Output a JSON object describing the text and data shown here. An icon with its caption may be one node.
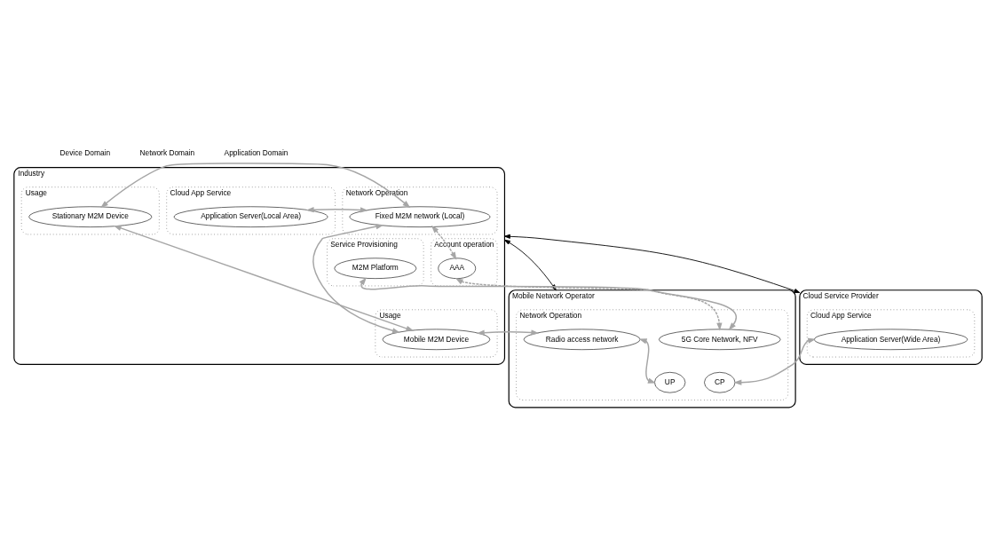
{
  "diagram": {
    "nodes": [
      {
        "text": [
          "Industry"
        ]
      },
      {
        "text": [
          "Usage"
        ],
        "in": 0
      },
      {
        "text": [
          "Stationary M2M Device"
        ],
        "in": 1
      },
      {
        "text": [
          "Network Operation"
        ],
        "in": 0
      },
      {
        "text": [
          "Fixed M2M network (Local)"
        ],
        "in": 3
      },
      {
        "text": [
          "Cloud App Service"
        ],
        "in": 0
      },
      {
        "text": [
          "Application Server(Local Area)"
        ],
        "in": 5
      },
      {
        "text": [
          "Account operation"
        ],
        "in": 0
      },
      {
        "text": [
          "AAA"
        ],
        "in": 7
      },
      {
        "text": [
          "Service Provisioning"
        ],
        "in": 0
      },
      {
        "text": [
          "M2M Platform"
        ],
        "in": 9
      },
      {
        "text": [
          "Usage"
        ],
        "in": 0
      },
      {
        "text": [
          "Mobile M2M Device"
        ],
        "in": 11
      },
      {
        "text": [
          "Mobile Network Operator"
        ]
      },
      {
        "text": [
          "Network Operation"
        ],
        "in": 13
      },
      {
        "text": [
          "Radio access network"
        ],
        "in": 14
      },
      {
        "text": [
          "5G Core Network, NFV"
        ],
        "in": 14
      },
      {
        "text": [
          "UP"
        ],
        "in": 14
      },
      {
        "text": [
          "CP"
        ],
        "in": 14
      },
      {
        "text": [
          "Cloud Service Provider"
        ]
      },
      {
        "text": [
          "Cloud App Service"
        ],
        "in": 19
      },
      {
        "text": [
          "Application Server(Wide Area)"
        ],
        "in": 20
      }
    ],
    "edges": [
      {
        "from": 2,
        "to": 4,
        "arrow": "both"
      },
      {
        "from": 4,
        "to": 6,
        "arrow": "both"
      },
      {
        "from": 2,
        "to": 12,
        "arrow": "both"
      },
      {
        "from": 4,
        "to": 12,
        "arrow": "both"
      },
      {
        "from": 4,
        "to": 8,
        "arrow": "both",
        "style": "dashed"
      },
      {
        "from": 8,
        "to": 16,
        "arrow": "both",
        "style": "dashed"
      },
      {
        "from": 10,
        "to": 16,
        "arrow": "both"
      },
      {
        "from": 0,
        "to": 19,
        "arrow": "both",
        "color": "#000000"
      },
      {
        "from": 0,
        "to": 13,
        "arrow": "both",
        "color": "#000000"
      },
      {
        "from": 12,
        "to": 15,
        "arrow": "both"
      },
      {
        "from": 15,
        "to": 17,
        "arrow": "both"
      },
      {
        "from": 18,
        "to": 21,
        "arrow": "both"
      }
    ],
    "labels": [
      "Device Domain",
      "Network Domain",
      "Application Domain"
    ]
  }
}
